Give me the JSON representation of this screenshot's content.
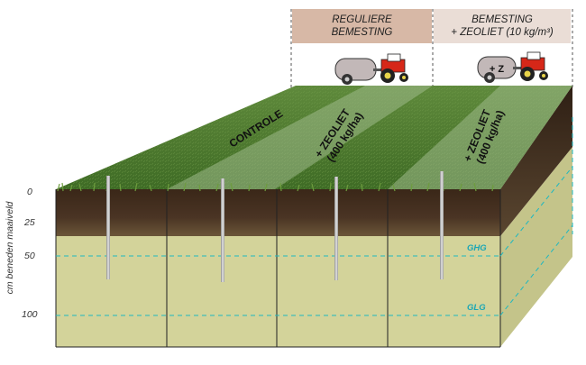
{
  "headers": {
    "regular": {
      "line1": "REGULIERE",
      "line2": "BEMESTING"
    },
    "zeolite": {
      "line1": "BEMESTING",
      "line2": "+ ZEOLIET (10 kg/m³)"
    }
  },
  "plots": {
    "control": "CONTROLE",
    "zeolite_a_line1": "+ ZEOLIET",
    "zeolite_a_line2": "(400 kg/ha)",
    "zeolite_b_line1": "+ ZEOLIET",
    "zeolite_b_line2": "(400 kg/ha)"
  },
  "tank_label": "+ Z",
  "axis": {
    "label": "cm beneden maaiveld",
    "ticks": [
      "0",
      "25",
      "50",
      "100"
    ]
  },
  "levels": {
    "ghg": "GHG",
    "glg": "GLG"
  },
  "colors": {
    "soil_top": "#3d2a1d",
    "subsoil": "#d3d39a",
    "groundwater_line": "#1fb8c0",
    "tractor": "#d62718"
  }
}
